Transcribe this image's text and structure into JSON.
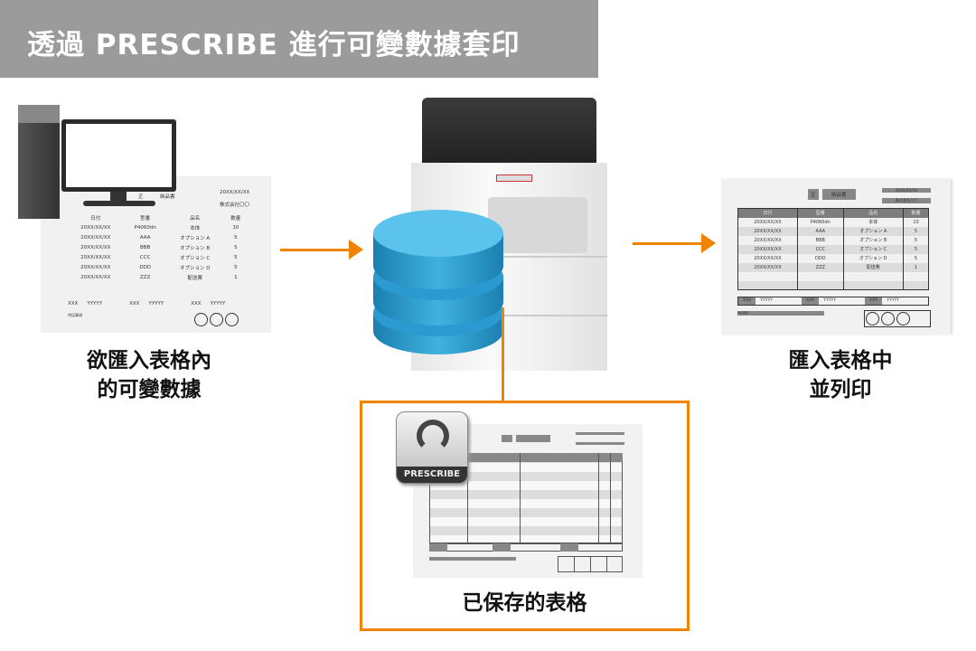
{
  "title": "透過 PRESCRIBE 進行可變數據套印",
  "colors": {
    "accent": "#f08300",
    "banner": "#9b9b9b",
    "database": "#2f9fd0"
  },
  "left_label": [
    "欲匯入表格內",
    "的可變數據"
  ],
  "right_label": [
    "匯入表格中",
    "並列印"
  ],
  "bottom_label": "已保存的表格",
  "prescribe_logo": "PRESCRIBE",
  "invoice": {
    "mark": "正",
    "doc_title": "納品書",
    "date": "20XX/XX/XX",
    "company": "株式会社〇〇",
    "headers": [
      "日付",
      "型番",
      "品名",
      "数量"
    ],
    "rows": [
      [
        "20XX/XX/XX",
        "P4060dn",
        "本体",
        "10"
      ],
      [
        "20XX/XX/XX",
        "AAA",
        "オプション A",
        "5"
      ],
      [
        "20XX/XX/XX",
        "BBB",
        "オプション B",
        "5"
      ],
      [
        "20XX/XX/XX",
        "CCC",
        "オプション C",
        "5"
      ],
      [
        "20XX/XX/XX",
        "DDD",
        "オプション D",
        "5"
      ],
      [
        "20XX/XX/XX",
        "ZZZ",
        "配送費",
        "1"
      ]
    ],
    "footer": [
      [
        "XXX",
        "YYYYY"
      ],
      [
        "XXX",
        "YYYYY"
      ],
      [
        "XXX",
        "YYYYY"
      ]
    ],
    "note": "特記事項"
  }
}
